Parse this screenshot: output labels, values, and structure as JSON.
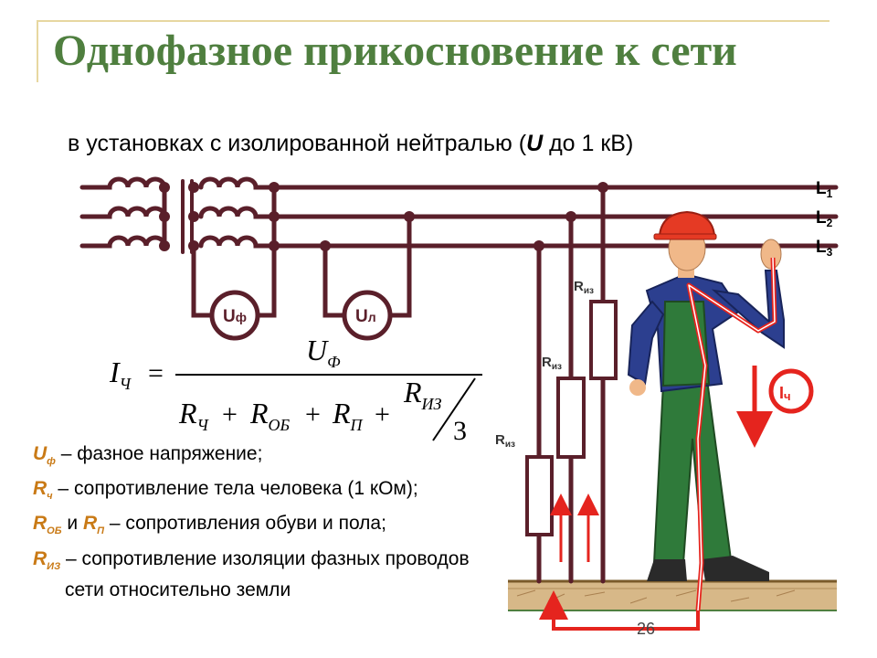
{
  "slide": {
    "title": "Однофазное прикосновение к сети",
    "subtitle_prefix": "в установках с изолированной нейтралью (",
    "subtitle_u": "U",
    "subtitle_suffix": " до 1 кВ)",
    "page_number": "26"
  },
  "diagram": {
    "lines": [
      "L1",
      "L2",
      "L3"
    ],
    "line_labels": [
      {
        "letter": "L",
        "index": "1"
      },
      {
        "letter": "L",
        "index": "2"
      },
      {
        "letter": "L",
        "index": "3"
      }
    ],
    "meter_phase": {
      "letter": "U",
      "index": "ф"
    },
    "meter_line": {
      "letter": "U",
      "index": "л"
    },
    "resistor_label": {
      "letter": "R",
      "index": "из"
    },
    "current_label": {
      "letter": "I",
      "index": "ч"
    },
    "colors": {
      "wire": "#5a1f2a",
      "title": "#4f7f3f",
      "current": "#e5241e",
      "symbol": "#c97a16",
      "ground": "#c9a66b"
    }
  },
  "formula": {
    "lhs": "I",
    "lhs_sub": "Ч",
    "eq": "=",
    "numerator": "U",
    "numerator_sub": "Ф",
    "t1": "R",
    "t1_sub": "Ч",
    "plus1": "+",
    "t2": "R",
    "t2_sub": "ОБ",
    "plus2": "+",
    "t3": "R",
    "t3_sub": "П",
    "plus3": "+",
    "frac_num": "R",
    "frac_num_sub": "ИЗ",
    "frac_den": "3"
  },
  "legend": [
    {
      "symbol": "U",
      "sub": "ф",
      "text": " – фазное напряжение;"
    },
    {
      "symbol": "R",
      "sub": "ч",
      "text": " – сопротивление тела человека (1 кОм);"
    },
    {
      "symbol": "R",
      "sub": "ОБ",
      "mid": " и ",
      "symbol2": "R",
      "sub2": "П",
      "text": " – сопротивления обуви и пола;"
    },
    {
      "symbol": "R",
      "sub": "ИЗ",
      "text": " – сопротивление изоляции фазных проводов сети относительно земли"
    }
  ]
}
